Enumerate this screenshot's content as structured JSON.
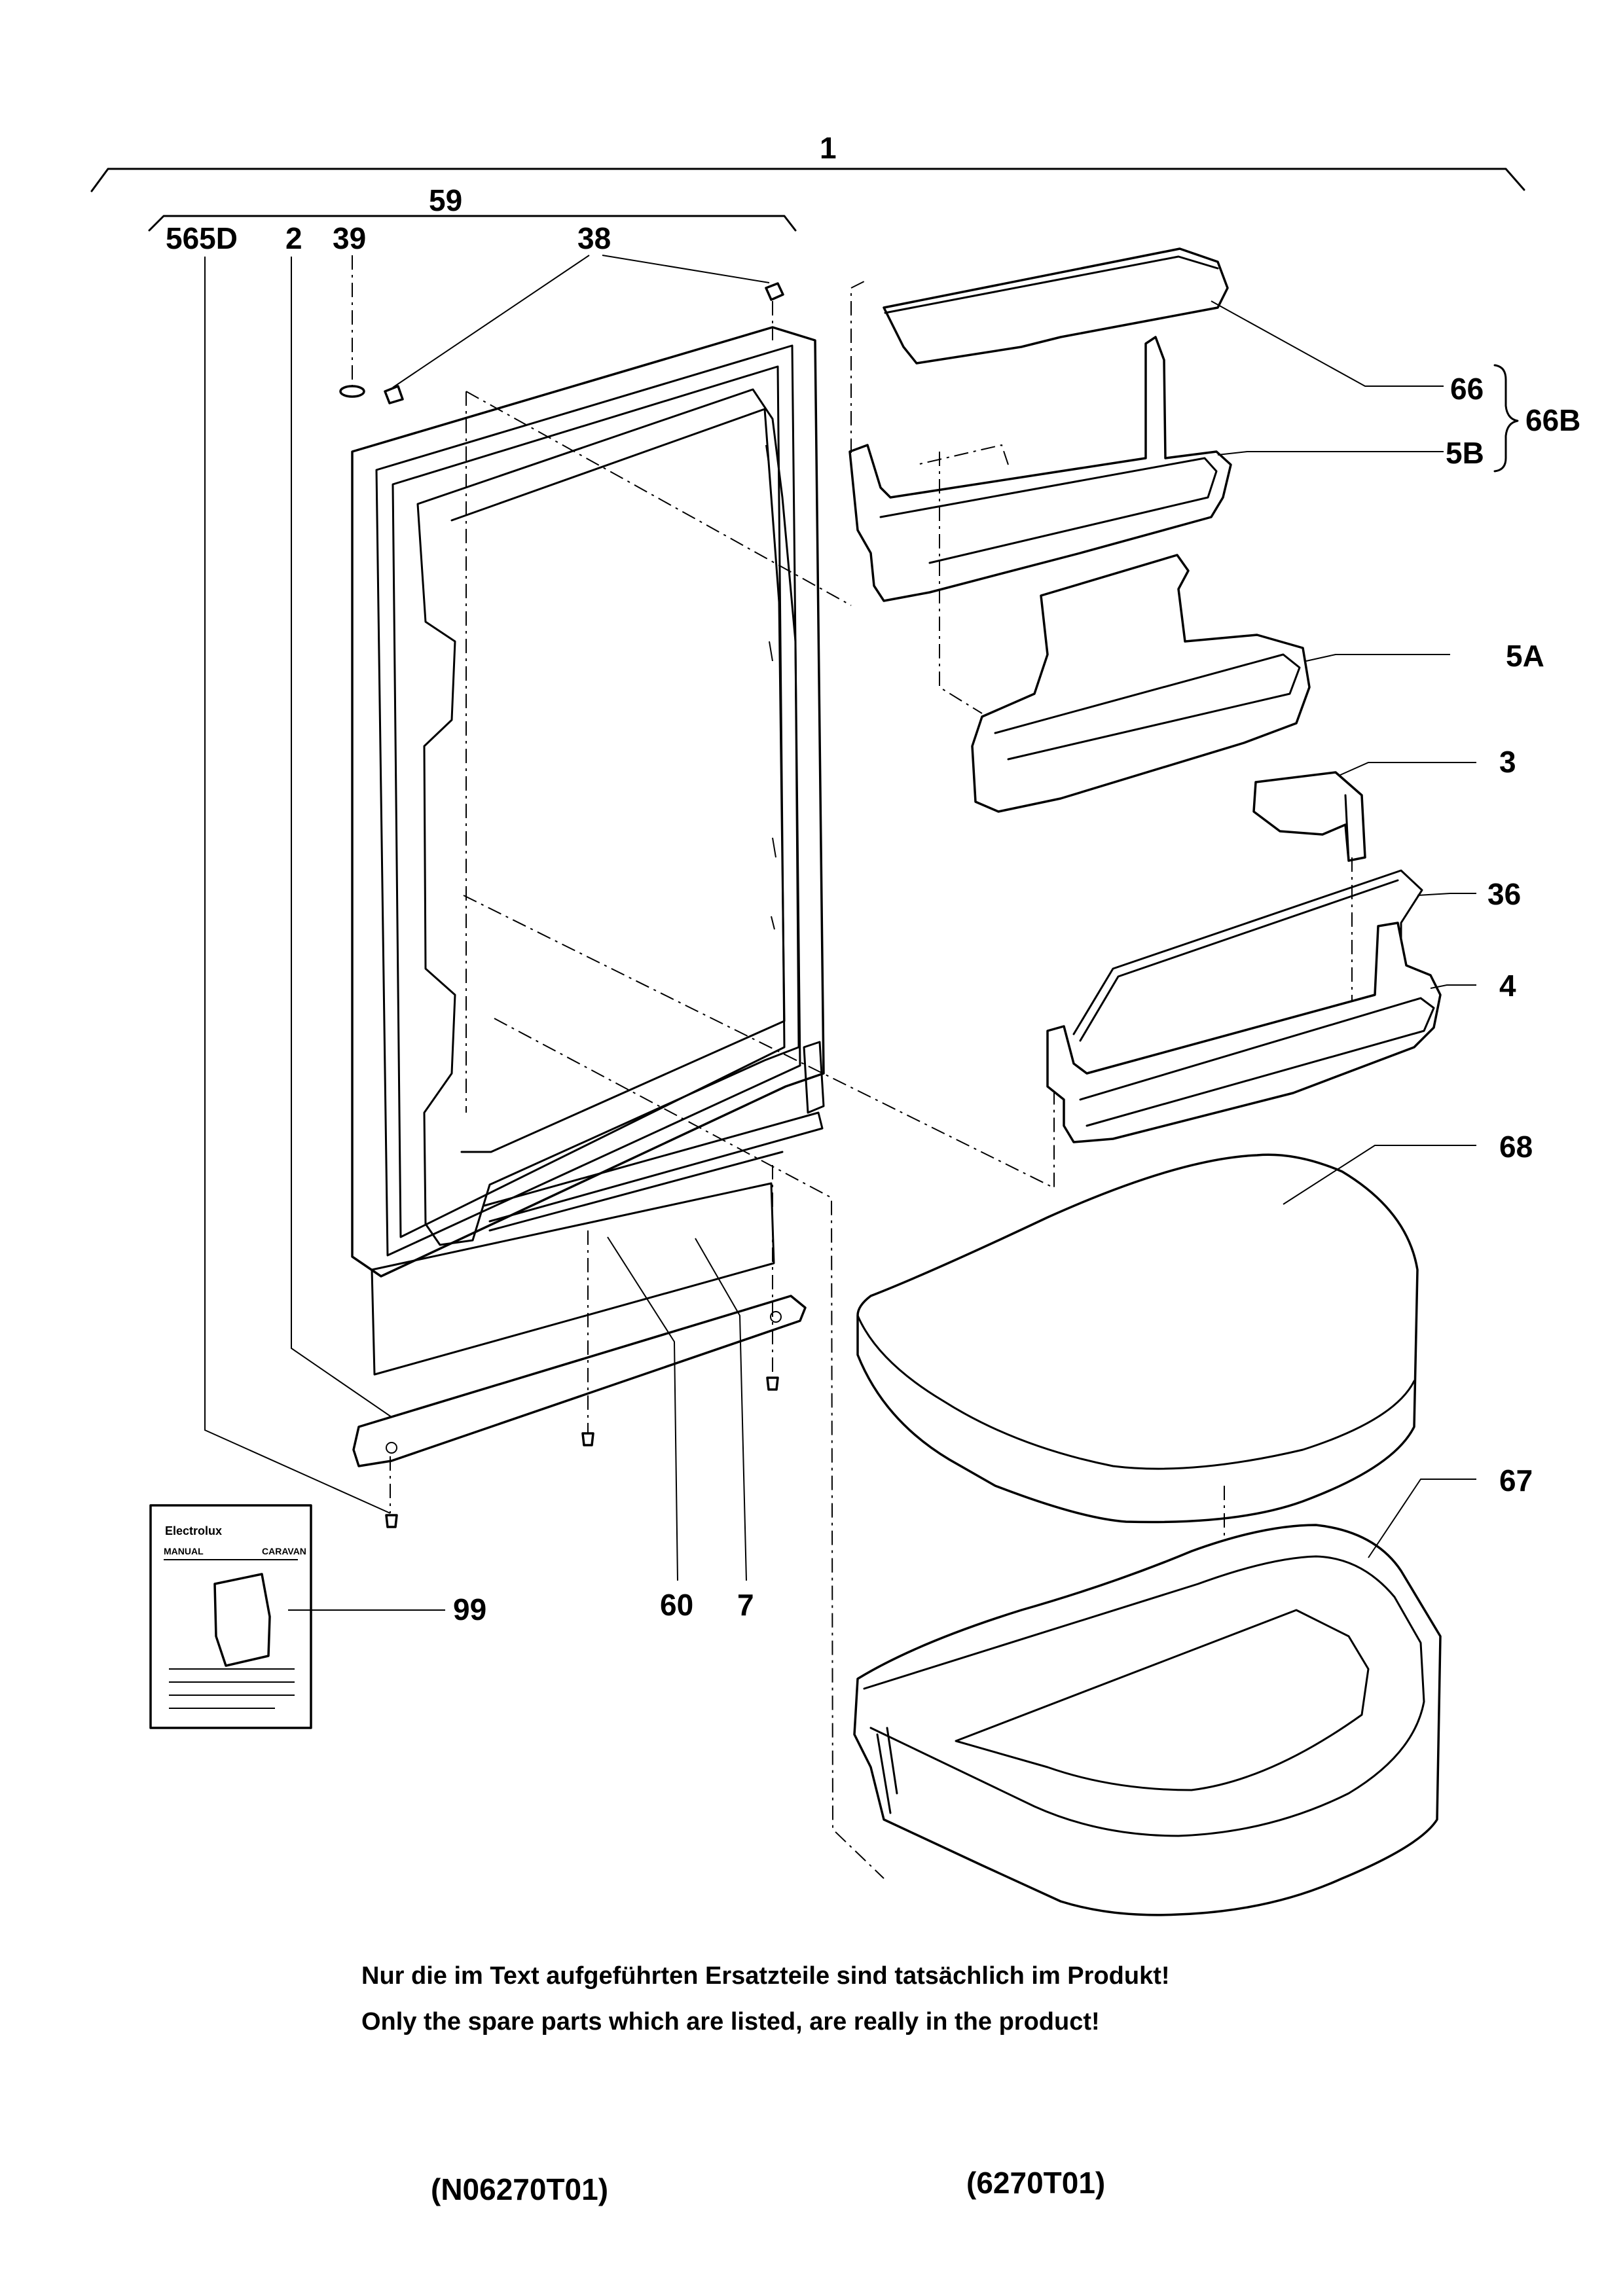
{
  "labels": {
    "assembly": "1",
    "door": "59",
    "panel": "565D",
    "hinge_plate": "2",
    "washer": "39",
    "cover": "38",
    "lid": "66",
    "shelf_set": "66B",
    "upper_shelf": "5B",
    "middle_shelf": "5A",
    "egg_tray": "3",
    "retainer_bar": "36",
    "lower_shelf": "4",
    "tray_lid": "68",
    "bottom_tray": "67",
    "manual": "99",
    "screw_a": "60",
    "screw_b": "7"
  },
  "manual_card": {
    "brand": "Electrolux",
    "left": "MANUAL",
    "right": "CARAVAN"
  },
  "notes": {
    "german": "Nur die im Text aufgeführten Ersatzteile sind tatsächlich im Produkt!",
    "english": "Only the spare parts which are listed, are really in the product!"
  },
  "codes": {
    "left": "(N06270T01)",
    "right": "(6270T01)"
  }
}
